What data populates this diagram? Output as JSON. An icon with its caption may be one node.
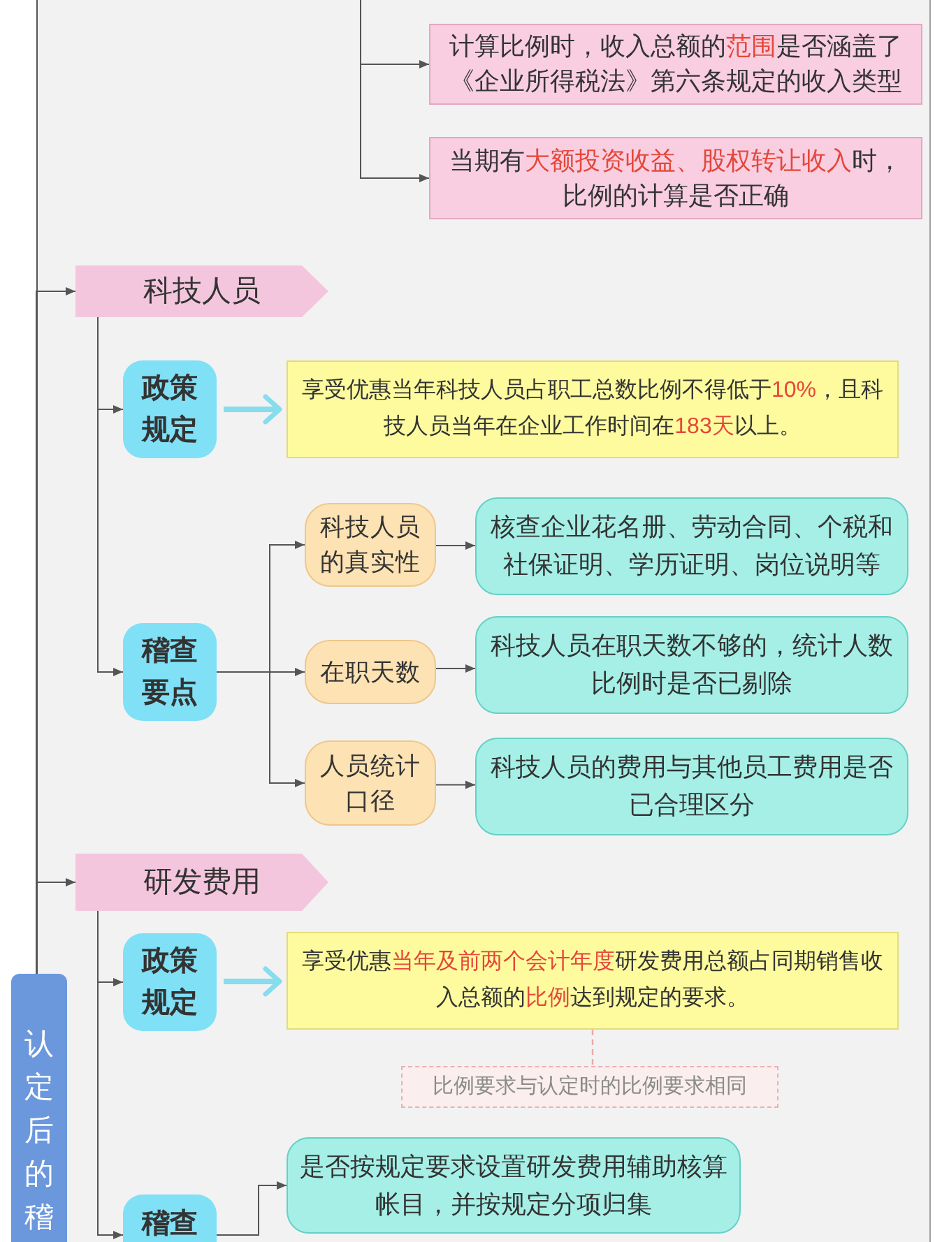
{
  "diagram": {
    "nodes": [
      {
        "text": [
          "计算比例时，收入总额的**范围**是否涵盖了《企业所得税法》第六条规定的收入类型"
        ]
      },
      {
        "text": [
          "当期有**大额投资收益、股权转让收入**时，比例的计算是否正确"
        ]
      },
      {
        "text": [
          "科技人员"
        ]
      },
      {
        "text": [
          "政策规定"
        ]
      },
      {
        "text": [
          "享受优惠当年科技人员占职工总数比例不得低于**10%**，且科技人员当年在企业工作时间在**183天**以上。"
        ]
      },
      {
        "text": [
          "稽查要点"
        ]
      },
      {
        "text": [
          "科技人员的真实性"
        ]
      },
      {
        "text": [
          "核查企业花名册、劳动合同、个税和社保证明、学历证明、岗位说明等"
        ]
      },
      {
        "text": [
          "在职天数"
        ]
      },
      {
        "text": [
          "科技人员在职天数不够的，统计人数比例时是否已剔除"
        ]
      },
      {
        "text": [
          "人员统计口径"
        ]
      },
      {
        "text": [
          "科技人员的费用与其他员工费用是否已合理区分"
        ]
      },
      {
        "text": [
          "研发费用"
        ]
      },
      {
        "text": [
          "政策规定"
        ]
      },
      {
        "text": [
          "享受优惠**当年及前两个会计年度**研发费用总额占同期销售收入总额的**比例**达到规定的要求。"
        ]
      },
      {
        "text": [
          "认定后的稽"
        ]
      },
      {
        "text": [
          "比例要求与认定时的比例要求相同"
        ]
      },
      {
        "text": [
          "稽查"
        ]
      },
      {
        "text": [
          "是否按规定要求设置研发费用辅助核算帐目，并按规定分项归集"
        ]
      }
    ],
    "edges": [
      {
        "from": null,
        "to": 0,
        "arrow": "to"
      },
      {
        "from": null,
        "to": 1,
        "arrow": "to"
      },
      {
        "from": 15,
        "to": 2,
        "arrow": "to"
      },
      {
        "from": 2,
        "to": 3,
        "arrow": "to"
      },
      {
        "from": 3,
        "to": 4,
        "arrow": "to",
        "style": "thick",
        "color": "#87dcee"
      },
      {
        "from": 2,
        "to": 5,
        "arrow": "to"
      },
      {
        "from": 5,
        "to": 6,
        "arrow": "to"
      },
      {
        "from": 6,
        "to": 7,
        "arrow": "to"
      },
      {
        "from": 5,
        "to": 8,
        "arrow": "to"
      },
      {
        "from": 8,
        "to": 9,
        "arrow": "to"
      },
      {
        "from": 5,
        "to": 10,
        "arrow": "to"
      },
      {
        "from": 10,
        "to": 11,
        "arrow": "to"
      },
      {
        "from": 15,
        "to": 12,
        "arrow": "to"
      },
      {
        "from": 12,
        "to": 13,
        "arrow": "to"
      },
      {
        "from": 13,
        "to": 14,
        "arrow": "to",
        "style": "thick",
        "color": "#87dcee"
      },
      {
        "from": 14,
        "to": 16,
        "arrow": "none",
        "style": "dashed",
        "color": "#eaa8a8"
      },
      {
        "from": 12,
        "to": 17,
        "arrow": "to"
      },
      {
        "from": 17,
        "to": 18,
        "arrow": "to"
      }
    ]
  }
}
